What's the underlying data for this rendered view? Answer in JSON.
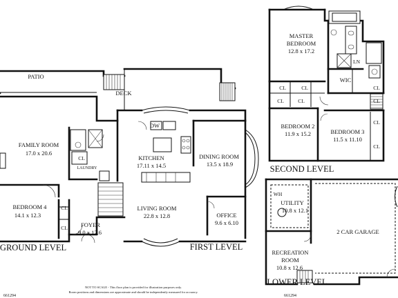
{
  "plan": {
    "ground": {
      "level_label": "GROUND LEVEL",
      "patio": "PATIO",
      "family_room": {
        "name": "FAMILY ROOM",
        "size": "17.0 x 20.6"
      },
      "bedroom4": {
        "name": "BEDROOM 4",
        "size": "14.1 x 12.3"
      },
      "laundry": "LAUNDRY",
      "closets": [
        "CL",
        "CL",
        "CL"
      ]
    },
    "first": {
      "level_label": "FIRST LEVEL",
      "deck": "DECK",
      "kitchen": {
        "name": "KITCHEN",
        "size": "17.11 x 14.5"
      },
      "dining_room": {
        "name": "DINING ROOM",
        "size": "13.5 x 18.9"
      },
      "living_room": {
        "name": "LIVING ROOM",
        "size": "22.8 x 12.8"
      },
      "foyer": {
        "name": "FOYER",
        "size": "9.0 x 12.6"
      },
      "office": {
        "name": "OFFICE",
        "size": "9.6 x 6.10"
      },
      "appliance": "DW"
    },
    "second": {
      "level_label": "SECOND LEVEL",
      "master_bedroom": {
        "name_line1": "MASTER",
        "name_line2": "BEDROOM",
        "size": "12.8 x 17.2"
      },
      "bedroom2": {
        "name": "BEDROOM 2",
        "size": "11.9 x 15.2"
      },
      "bedroom3": {
        "name": "BEDROOM 3",
        "size": "11.5 x 11.10"
      },
      "wic": "WIC",
      "linen": "LN",
      "closets": [
        "CL",
        "CL",
        "CL",
        "CL",
        "CL",
        "CL",
        "CL",
        "CL"
      ]
    },
    "lower": {
      "level_label": "LOWER LEVEL",
      "wh": "WH",
      "utility": {
        "name": "UTILITY",
        "size": "10.8 x 12.1"
      },
      "garage": "2 CAR GARAGE",
      "recreation": {
        "name_line1": "RECREATION",
        "name_line2": "ROOM",
        "size": "10.8 x 12.6"
      }
    },
    "footer": {
      "id_left": "661294",
      "id_right": "661294",
      "disclaimer_line1": "NOT TO SCALE - This floor plan is provided for illustration purposes only.",
      "disclaimer_line2": "Room positions and dimensions are approximate and should be independently measured for accuracy."
    }
  }
}
